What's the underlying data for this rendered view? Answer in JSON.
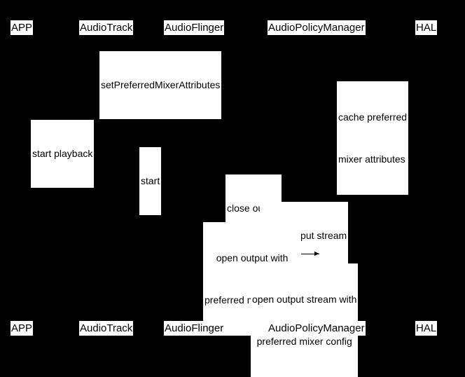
{
  "diagram": {
    "type": "sequence-diagram",
    "title": "",
    "background_color": "#000000",
    "label_background_color": "#ffffff",
    "label_text_color": "#000000",
    "participants": [
      {
        "id": "app",
        "label": "APP"
      },
      {
        "id": "audiotrack",
        "label": "AudioTrack"
      },
      {
        "id": "audioflinger",
        "label": "AudioFlinger"
      },
      {
        "id": "audiopolicymanager",
        "label": "AudioPolicyManager"
      },
      {
        "id": "hal",
        "label": "HAL"
      }
    ],
    "messages": [
      {
        "id": "m1",
        "from": "app",
        "to": "audiopolicymanager",
        "kind": "call",
        "lines": [
          "setPreferredMixerAttributes"
        ]
      },
      {
        "id": "m2",
        "from": "audiopolicymanager",
        "to": "audiopolicymanager",
        "kind": "self",
        "lines": [
          "cache preferred",
          "mixer attributes"
        ]
      },
      {
        "id": "m3",
        "from": "app",
        "to": "audiotrack",
        "kind": "call",
        "lines": [
          "start playback"
        ]
      },
      {
        "id": "m4",
        "from": "audiotrack",
        "to": "audioflinger",
        "kind": "call",
        "lines": [
          "start"
        ]
      },
      {
        "id": "m5",
        "from": "audioflinger",
        "to": "audiopolicymanager",
        "kind": "call",
        "lines": [
          "close output"
        ]
      },
      {
        "id": "m6",
        "from": "audiopolicymanager",
        "to": "hal",
        "kind": "call",
        "lines": [
          "close output stream"
        ]
      },
      {
        "id": "m7",
        "from": "audioflinger",
        "to": "audiopolicymanager",
        "kind": "call",
        "lines": [
          "open output with",
          "preferred mixer config"
        ]
      },
      {
        "id": "m8",
        "from": "audiopolicymanager",
        "to": "hal",
        "kind": "call",
        "lines": [
          "open output stream with",
          "preferred mixer config"
        ]
      }
    ],
    "footer_participants": [
      {
        "id": "app-bottom",
        "label": "APP"
      },
      {
        "id": "audiotrack-bottom",
        "label": "AudioTrack"
      },
      {
        "id": "audioflinger-bottom",
        "label": "AudioFlinger"
      },
      {
        "id": "audiopolicymanager-bottom",
        "label": "AudioPolicyManager"
      },
      {
        "id": "hal-bottom",
        "label": "HAL"
      }
    ]
  }
}
